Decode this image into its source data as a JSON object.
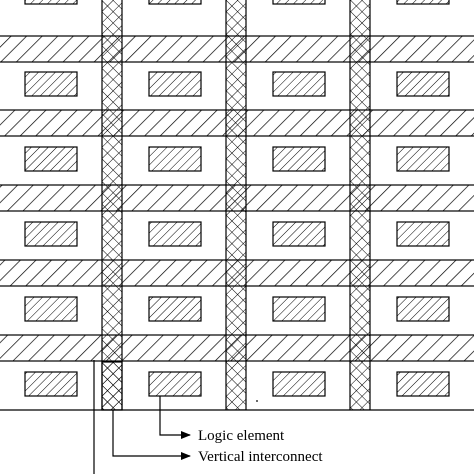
{
  "diagram": {
    "callouts": {
      "logic_element": "Logic element",
      "vertical_interconnect": "Vertical interconnect"
    },
    "colors": {
      "stroke": "#000000",
      "background": "#ffffff"
    },
    "hatch_patterns": {
      "logic_element": "diagonal-hatch",
      "vertical_interconnect": "cross-hatch",
      "horizontal_interconnect": "diagonal-hatch"
    }
  }
}
